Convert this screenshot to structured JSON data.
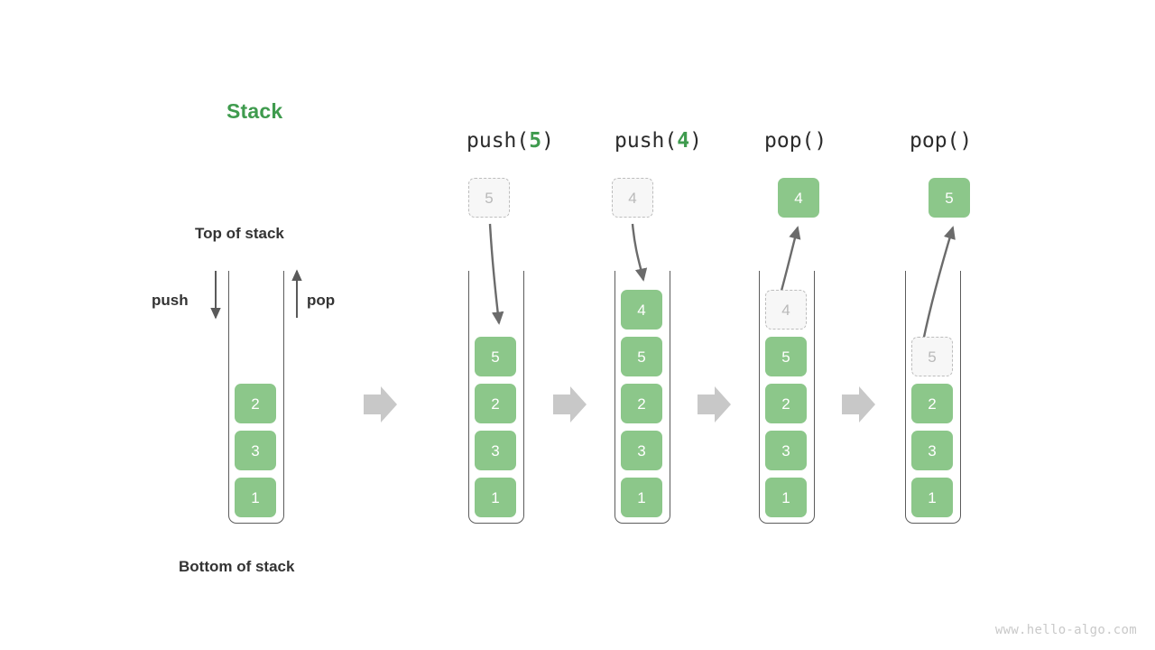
{
  "diagram": {
    "title": "Stack",
    "title_color": "#3f9b4e",
    "box_color": "#8cc78a",
    "ghost_fill": "#f7f7f7",
    "ghost_border": "#bdbdbd",
    "arrow_color": "#6b6b6b",
    "separator_color": "#c8c8c8",
    "container_color": "#5c5c5c",
    "watermark": "www.hello-algo.com",
    "labels": {
      "top_of_stack": "Top of stack",
      "bottom_of_stack": "Bottom of stack",
      "push": "push",
      "pop": "pop"
    },
    "columns": [
      {
        "id": "initial",
        "title": null,
        "title_prefix": null,
        "title_arg": null,
        "title_suffix": null,
        "cells": [
          "2",
          "3",
          "1"
        ],
        "ghost_index": null,
        "floating_value": null,
        "floating_kind": null
      },
      {
        "id": "push-5",
        "title": "push(5)",
        "title_prefix": "push(",
        "title_arg": "5",
        "title_suffix": ")",
        "cells": [
          "5",
          "2",
          "3",
          "1"
        ],
        "ghost_index": null,
        "floating_value": "5",
        "floating_kind": "ghost"
      },
      {
        "id": "push-4",
        "title": "push(4)",
        "title_prefix": "push(",
        "title_arg": "4",
        "title_suffix": ")",
        "cells": [
          "4",
          "5",
          "2",
          "3",
          "1"
        ],
        "ghost_index": null,
        "floating_value": "4",
        "floating_kind": "ghost"
      },
      {
        "id": "pop-1",
        "title": "pop()",
        "title_prefix": "pop()",
        "title_arg": "",
        "title_suffix": "",
        "cells": [
          "4",
          "5",
          "2",
          "3",
          "1"
        ],
        "ghost_index": 0,
        "floating_value": "4",
        "floating_kind": "solid"
      },
      {
        "id": "pop-2",
        "title": "pop()",
        "title_prefix": "pop()",
        "title_arg": "",
        "title_suffix": "",
        "cells": [
          "5",
          "2",
          "3",
          "1"
        ],
        "ghost_index": 0,
        "floating_value": "5",
        "floating_kind": "solid"
      }
    ],
    "separators": 4
  }
}
